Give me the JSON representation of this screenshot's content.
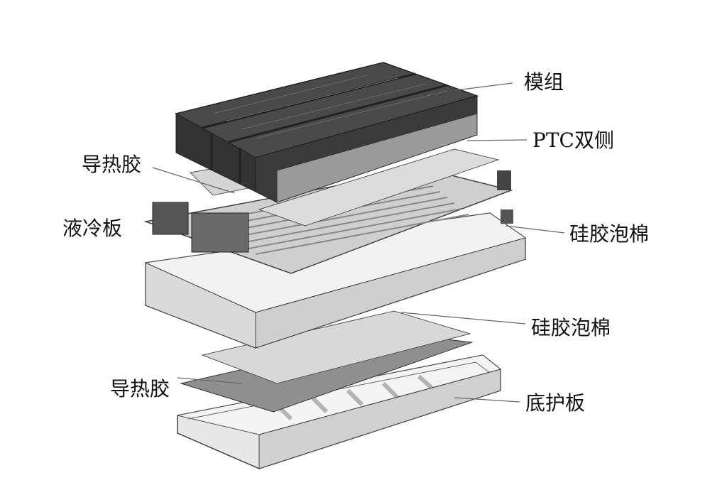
{
  "labels": {
    "module": "模组",
    "ptc": "PTC双侧",
    "thermal_glue_top": "导热胶",
    "cold_plate": "液冷板",
    "foam_upper": "硅胶泡棉",
    "foam_lower": "硅胶泡棉",
    "thermal_glue_bottom": "导热胶",
    "bottom_guard": "底护板"
  },
  "colors": {
    "module": "#3a3a3a",
    "sheet": "#d9d9d9",
    "frame": "#e6e6e6",
    "line": "#555555"
  }
}
